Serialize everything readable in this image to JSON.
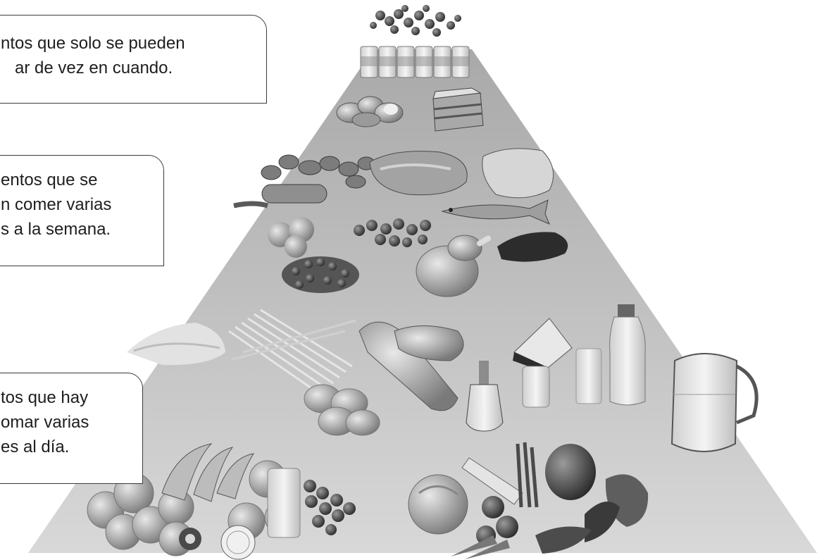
{
  "callouts": {
    "occasional": [
      "ntos que solo se pueden",
      "ar de vez en cuando."
    ],
    "weekly": [
      "entos que se",
      "n comer varias",
      "s a la semana."
    ],
    "daily": [
      "tos que hay",
      "omar varias",
      "es al día."
    ]
  },
  "pyramid": {
    "tiers": [
      {
        "name": "top",
        "foods": [
          "grapes",
          "cans",
          "pastries",
          "cake"
        ]
      },
      {
        "name": "weekly",
        "foods": [
          "sausages",
          "ham",
          "meat",
          "fish",
          "eggs",
          "nuts",
          "legumes",
          "liver",
          "chicken"
        ]
      },
      {
        "name": "daily-middle",
        "foods": [
          "rice",
          "spaghetti",
          "bread",
          "cheese",
          "milk-bottle",
          "glass-of-milk",
          "yogurt",
          "oil",
          "potatoes",
          "water-jug"
        ]
      },
      {
        "name": "daily-base",
        "foods": [
          "fruits",
          "bananas",
          "apples",
          "orange",
          "kiwi",
          "juice",
          "grape-bunch",
          "cabbage",
          "leek",
          "asparagus",
          "eggplant",
          "tomatoes",
          "pepper",
          "cucumber",
          "carrots"
        ]
      }
    ]
  },
  "colors": {
    "pyramid_top": "#aaaaaa",
    "pyramid_bottom": "#d2d2d2",
    "callout_border": "#3a3a3a"
  }
}
